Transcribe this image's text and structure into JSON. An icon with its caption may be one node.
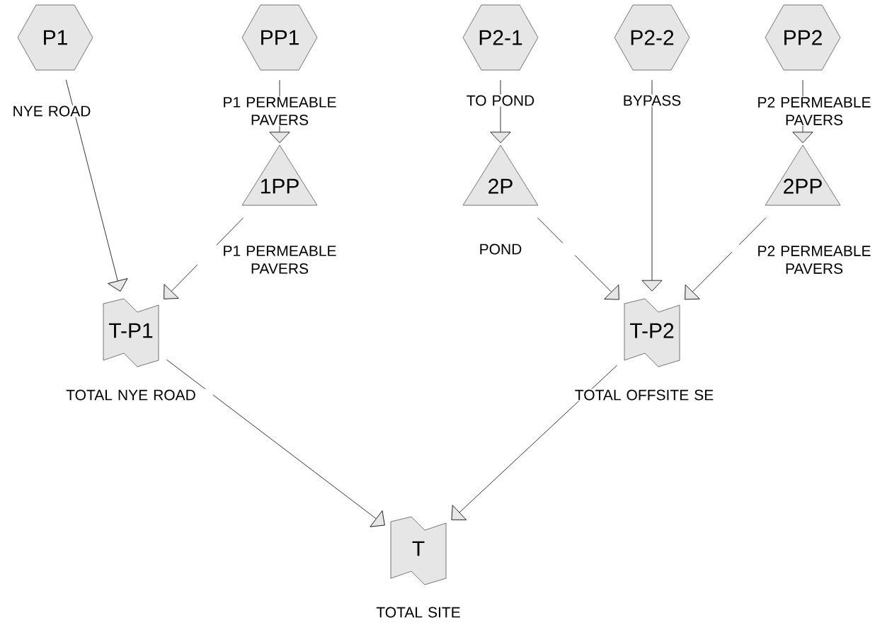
{
  "diagram": {
    "nodes": [
      {
        "text": [
          "P1"
        ],
        "beside": [
          "NYE ROAD"
        ]
      },
      {
        "text": [
          "PP1"
        ],
        "beside": [
          "P1 PERMEABLE PAVERS"
        ]
      },
      {
        "text": [
          "P2-1"
        ],
        "beside": [
          "TO POND"
        ]
      },
      {
        "text": [
          "P2-2"
        ],
        "beside": [
          "BYPASS"
        ]
      },
      {
        "text": [
          "PP2"
        ],
        "beside": [
          "P2 PERMEABLE PAVERS"
        ]
      },
      {
        "text": [
          "1PP"
        ],
        "beside": [
          "P1 PERMEABLE PAVERS"
        ]
      },
      {
        "text": [
          "2P"
        ],
        "beside": [
          "POND"
        ]
      },
      {
        "text": [
          "2PP"
        ],
        "beside": [
          "P2 PERMEABLE PAVERS"
        ]
      },
      {
        "text": [
          "T-P1"
        ],
        "beside": [
          "TOTAL NYE ROAD"
        ]
      },
      {
        "text": [
          "T-P2"
        ],
        "beside": [
          "TOTAL OFFSITE SE"
        ]
      },
      {
        "text": [
          "T"
        ],
        "beside": [
          "TOTAL SITE"
        ]
      }
    ],
    "edges": [
      {
        "from": 0,
        "to": 8,
        "arrow": "to"
      },
      {
        "from": 1,
        "to": 5,
        "arrow": "to"
      },
      {
        "from": 2,
        "to": 6,
        "arrow": "to"
      },
      {
        "from": 3,
        "to": 9,
        "arrow": "to"
      },
      {
        "from": 4,
        "to": 7,
        "arrow": "to"
      },
      {
        "from": 5,
        "to": 8,
        "arrow": "to"
      },
      {
        "from": 6,
        "to": 9,
        "arrow": "to"
      },
      {
        "from": 7,
        "to": 9,
        "arrow": "to"
      },
      {
        "from": 8,
        "to": 10,
        "arrow": "to"
      },
      {
        "from": 9,
        "to": 10,
        "arrow": "to"
      }
    ]
  }
}
